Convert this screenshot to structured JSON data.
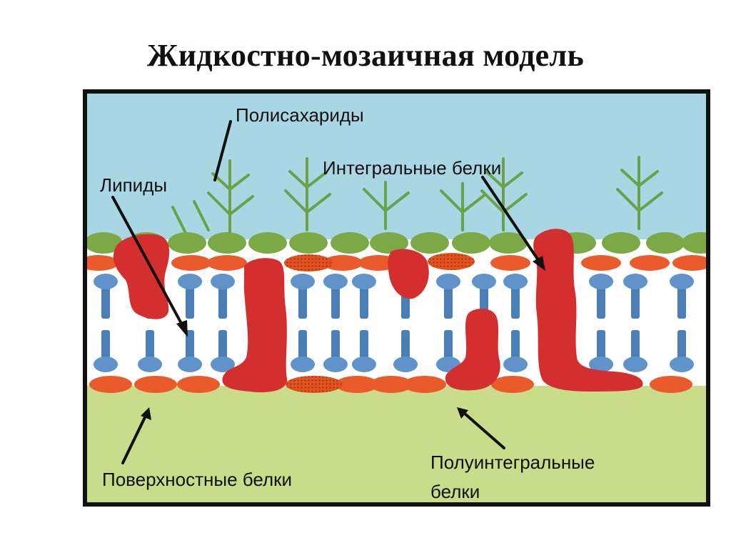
{
  "title": "Жидкостно-мозаичная модель",
  "labels": {
    "polysaccharides": "Полисахариды",
    "integral_proteins": "Интегральные белки",
    "lipids": "Липиды",
    "surface_proteins": "Поверхностные белки",
    "semi_integral_line1": "Полуинтегральные",
    "semi_integral_line2": "белки"
  },
  "colors": {
    "sky": "#a9d6e3",
    "ground": "#c8dc8a",
    "membrane_bg": "#ffffff",
    "outer_heads": "#7ba945",
    "surface_protein": "#ea5a2a",
    "lipid_head": "#5f93c9",
    "lipid_tail": "#4a7fb8",
    "protein": "#d42e2e",
    "glycan": "#6aa24a",
    "frame": "#111111"
  }
}
